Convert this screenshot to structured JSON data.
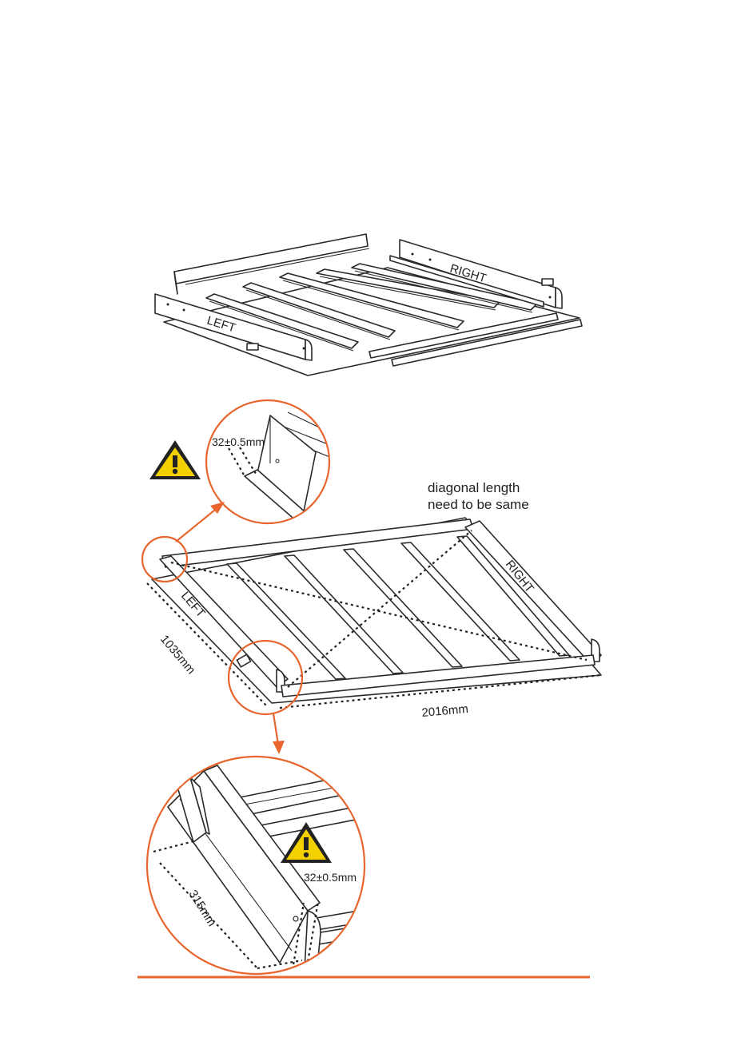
{
  "labels": {
    "exploded_left": "LEFT",
    "exploded_right": "RIGHT",
    "frame_left": "LEFT",
    "frame_right": "RIGHT",
    "diagonal_line1": "diagonal length",
    "diagonal_line2": "need to be same",
    "width_dim": "1035mm",
    "length_dim": "2016mm",
    "top_detail_dim": "32±0.5mm",
    "bottom_detail_dim": "32±0.5mm",
    "bottom_detail_offset": "315mm"
  },
  "icons": {
    "warning_top": "warning-triangle-icon",
    "warning_bottom": "warning-triangle-icon"
  },
  "colors": {
    "accent": "#e8652e",
    "warning_fill": "#f3d000",
    "line": "#2a2a2a"
  }
}
